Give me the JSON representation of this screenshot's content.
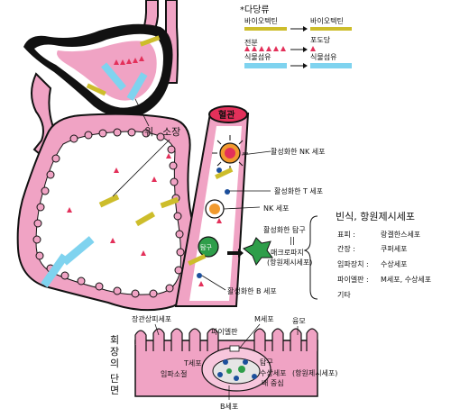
{
  "legend": {
    "title": "*다당류",
    "rows": [
      {
        "from": "바이오텍틴",
        "to": "바이오텍틴"
      },
      {
        "from": "전분",
        "to": "포도당"
      },
      {
        "from": "식물섬유",
        "to": "식물섬유"
      }
    ]
  },
  "organs": {
    "stomach": "위",
    "small_intestine": "소장",
    "blood_vessel": "혈관"
  },
  "cells": {
    "nk_activated": "활성화한 NK 세포",
    "t_activated": "활성화한 T 세포",
    "nk": "NK 세포",
    "macrophage_label": "탐구",
    "monocyte_activated": "활성화한 탐구",
    "equals": "||",
    "macrophage": "매크로파지",
    "macrophage_paren": "(항원제시세포)",
    "b_activated": "활성화한 B 세포"
  },
  "antigen_panel": {
    "title": "빈식, 항원제시세포",
    "rows": [
      {
        "k": "표피 :",
        "v": "랑겔한스세포"
      },
      {
        "k": "간장 :",
        "v": "쿠퍼세포"
      },
      {
        "k": "임파장치 :",
        "v": "수상세포"
      },
      {
        "k": "파이엘판 :",
        "v": "M세포, 수상세포"
      },
      {
        "k": "기타",
        "v": ""
      }
    ]
  },
  "ileum": {
    "title": "회장의 단면",
    "labels": {
      "epithelial": "장관상피세포",
      "m_cell": "M세포",
      "villi": "융모",
      "peyer": "파이엘판",
      "t_cell": "T세포",
      "lymphoid": "임파소절",
      "monocyte": "탐구",
      "dendritic": "수상세포",
      "dendritic_paren": "(항원제시세포)",
      "germinal": "배 중심",
      "b_cell": "B세포"
    }
  },
  "colors": {
    "pink_fill": "#f0a3c4",
    "light_pink": "#f7c6dc",
    "outline": "#111111",
    "red_triangle": "#e3305a",
    "yellow_bar": "#cdbd2b",
    "cyan_bar": "#7fd3ef",
    "blue_dot": "#1c4f9c",
    "green_cell": "#2e9e4a",
    "orange_cell": "#f19a2e"
  }
}
